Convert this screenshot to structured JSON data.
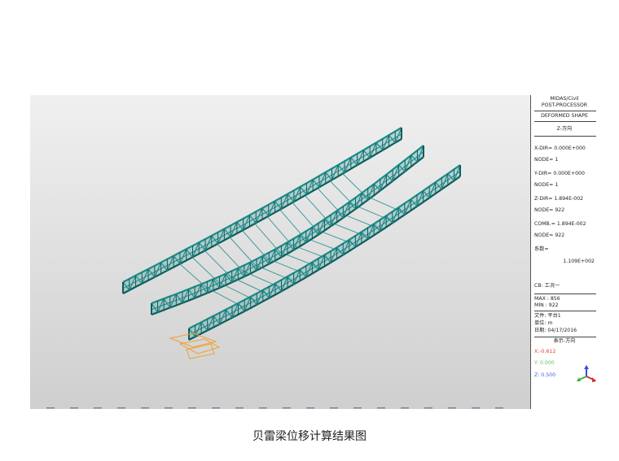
{
  "legend": {
    "program": "MIDAS/Civil",
    "module": "POST-PROCESSOR",
    "result_type": "DEFORMED SHAPE",
    "component": "Z-方向",
    "xdir": "X-DIR= 0.000E+000",
    "xnode": "NODE= 1",
    "ydir": "Y-DIR= 0.000E+000",
    "ynode": "NODE= 1",
    "zdir": "Z-DIR= 1.894E-002",
    "znode": "NODE= 922",
    "comb": "COMB.= 1.894E-002",
    "cnode": "NODE= 922",
    "factor_label": "系数=",
    "factor_value": "1.109E+002",
    "load_case": "CB: 工况一",
    "max": "MAX : 856",
    "min": "MIN : 922",
    "file": "文件: 平台1",
    "unit": "单位: m",
    "date": "日期: 04/17/2016",
    "view_dir": "表示-方向",
    "vx": "X:-0.612",
    "vy": "Y: 0.000",
    "vz": "Z: 0.500"
  },
  "colors": {
    "truss": "#1a8a88",
    "truss_dark": "#0d5e5c",
    "support": "#f0a030"
  },
  "caption": "贝雷梁位移计算结果图"
}
